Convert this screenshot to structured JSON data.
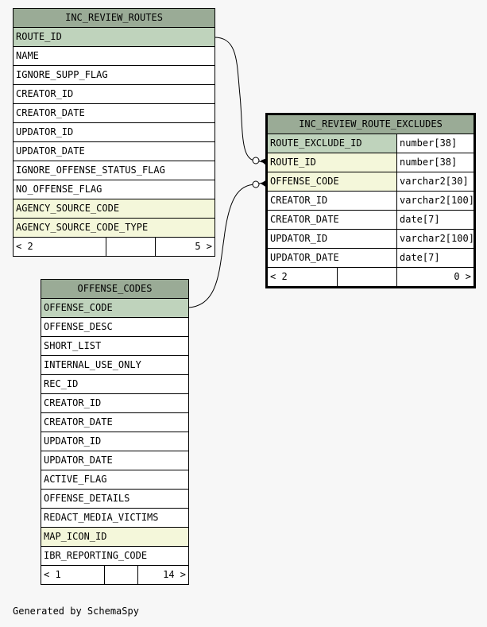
{
  "inc_review_routes": {
    "name": "INC_REVIEW_ROUTES",
    "columns": [
      {
        "name": "ROUTE_ID",
        "kind": "pk"
      },
      {
        "name": "NAME",
        "kind": "col"
      },
      {
        "name": "IGNORE_SUPP_FLAG",
        "kind": "col"
      },
      {
        "name": "CREATOR_ID",
        "kind": "col"
      },
      {
        "name": "CREATOR_DATE",
        "kind": "col"
      },
      {
        "name": "UPDATOR_ID",
        "kind": "col"
      },
      {
        "name": "UPDATOR_DATE",
        "kind": "col"
      },
      {
        "name": "IGNORE_OFFENSE_STATUS_FLAG",
        "kind": "col"
      },
      {
        "name": "NO_OFFENSE_FLAG",
        "kind": "col"
      },
      {
        "name": "AGENCY_SOURCE_CODE",
        "kind": "fk"
      },
      {
        "name": "AGENCY_SOURCE_CODE_TYPE",
        "kind": "fk"
      }
    ],
    "footer": {
      "left": "< 2",
      "right": "5 >"
    }
  },
  "inc_review_route_excludes": {
    "name": "INC_REVIEW_ROUTE_EXCLUDES",
    "columns": [
      {
        "name": "ROUTE_EXCLUDE_ID",
        "type": "number[38]",
        "kind": "pk"
      },
      {
        "name": "ROUTE_ID",
        "type": "number[38]",
        "kind": "fk"
      },
      {
        "name": "OFFENSE_CODE",
        "type": "varchar2[30]",
        "kind": "fk"
      },
      {
        "name": "CREATOR_ID",
        "type": "varchar2[100]",
        "kind": "col"
      },
      {
        "name": "CREATOR_DATE",
        "type": "date[7]",
        "kind": "col"
      },
      {
        "name": "UPDATOR_ID",
        "type": "varchar2[100]",
        "kind": "col"
      },
      {
        "name": "UPDATOR_DATE",
        "type": "date[7]",
        "kind": "col"
      }
    ],
    "footer": {
      "left": "< 2",
      "right": "0 >"
    }
  },
  "offense_codes": {
    "name": "OFFENSE_CODES",
    "columns": [
      {
        "name": "OFFENSE_CODE",
        "kind": "pk"
      },
      {
        "name": "OFFENSE_DESC",
        "kind": "col"
      },
      {
        "name": "SHORT_LIST",
        "kind": "col"
      },
      {
        "name": "INTERNAL_USE_ONLY",
        "kind": "col"
      },
      {
        "name": "REC_ID",
        "kind": "col"
      },
      {
        "name": "CREATOR_ID",
        "kind": "col"
      },
      {
        "name": "CREATOR_DATE",
        "kind": "col"
      },
      {
        "name": "UPDATOR_ID",
        "kind": "col"
      },
      {
        "name": "UPDATOR_DATE",
        "kind": "col"
      },
      {
        "name": "ACTIVE_FLAG",
        "kind": "col"
      },
      {
        "name": "OFFENSE_DETAILS",
        "kind": "col"
      },
      {
        "name": "REDACT_MEDIA_VICTIMS",
        "kind": "col"
      },
      {
        "name": "MAP_ICON_ID",
        "kind": "fk"
      },
      {
        "name": "IBR_REPORTING_CODE",
        "kind": "col"
      }
    ],
    "footer": {
      "left": "< 1",
      "right": "14 >"
    }
  },
  "generated_by": "Generated by SchemaSpy",
  "colors": {
    "header": "#9aab96",
    "primary_key": "#bfd3bc",
    "foreign_key": "#f4f7da",
    "background": "#f7f7f7"
  }
}
